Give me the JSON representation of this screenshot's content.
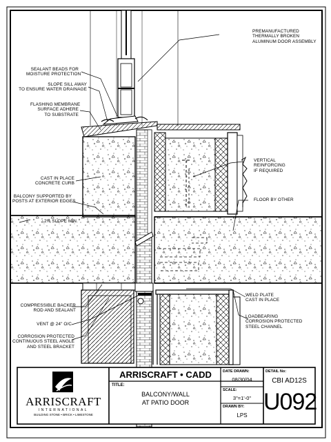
{
  "callouts": {
    "door": "PREMANUFACTURED\nTHERMALLY BROKEN\nALUMINUM DOOR ASSEMBLY",
    "sealant": "SEALANT BEADS FOR\nMOISTURE PROTECTION",
    "slope_sill": "SLOPE SILL AWAY\nTO ENSURE WATER DRAINAGE",
    "flashing": "FLASHING MEMBRANE\nSURFACE ADHERE\nTO SUBSTRATE",
    "curb": "CAST IN PLACE\nCONCRETE CURB",
    "balcony": "BALCONY SUPPORTED BY\nPOSTS AT EXTERIOR EDGES",
    "slope_min": "2% SLOPE MIN.",
    "vertical_reinf": "VERTICAL\nREINFORCING\nIF REQUIRED",
    "floor": "FLOOR BY OTHER",
    "backer": "COMPRESSIBLE BACKER\nROD AND SEALANT",
    "vent": "VENT @ 24\" O/C",
    "corrosion_angle": "CORROSION PROTECTED\nCONTINUOUS STEEL ANGLE\nAND STEEL BRACKET",
    "weld_plate": "WELD PLATE\nCAST IN PLACE",
    "loadbearing": "LOADBEARING\nCORROSION PROTECTED\nSTEEL CHANNEL"
  },
  "title_block": {
    "company_header": "ARRISCRAFT • CADD",
    "title_label": "TITLE:",
    "title_line1": "BALCONY/WALL",
    "title_line2": "AT PATIO DOOR",
    "date_label": "DATE DRAWN:",
    "date_value": "08/30/04",
    "scale_label": "SCALE:",
    "scale_value": "3\"=1'-0\"",
    "drawn_label": "DRAWN BY:",
    "drawn_value": "LPS",
    "detail_label": "DETAIL No:",
    "detail_code": "CBI AD12S",
    "detail_number": "U092",
    "logo_name": "ARRISCRAFT",
    "logo_sub1": "INTERNATIONAL",
    "logo_sub2": "BUILDING STONE • BRICK • LIMESTONE"
  }
}
